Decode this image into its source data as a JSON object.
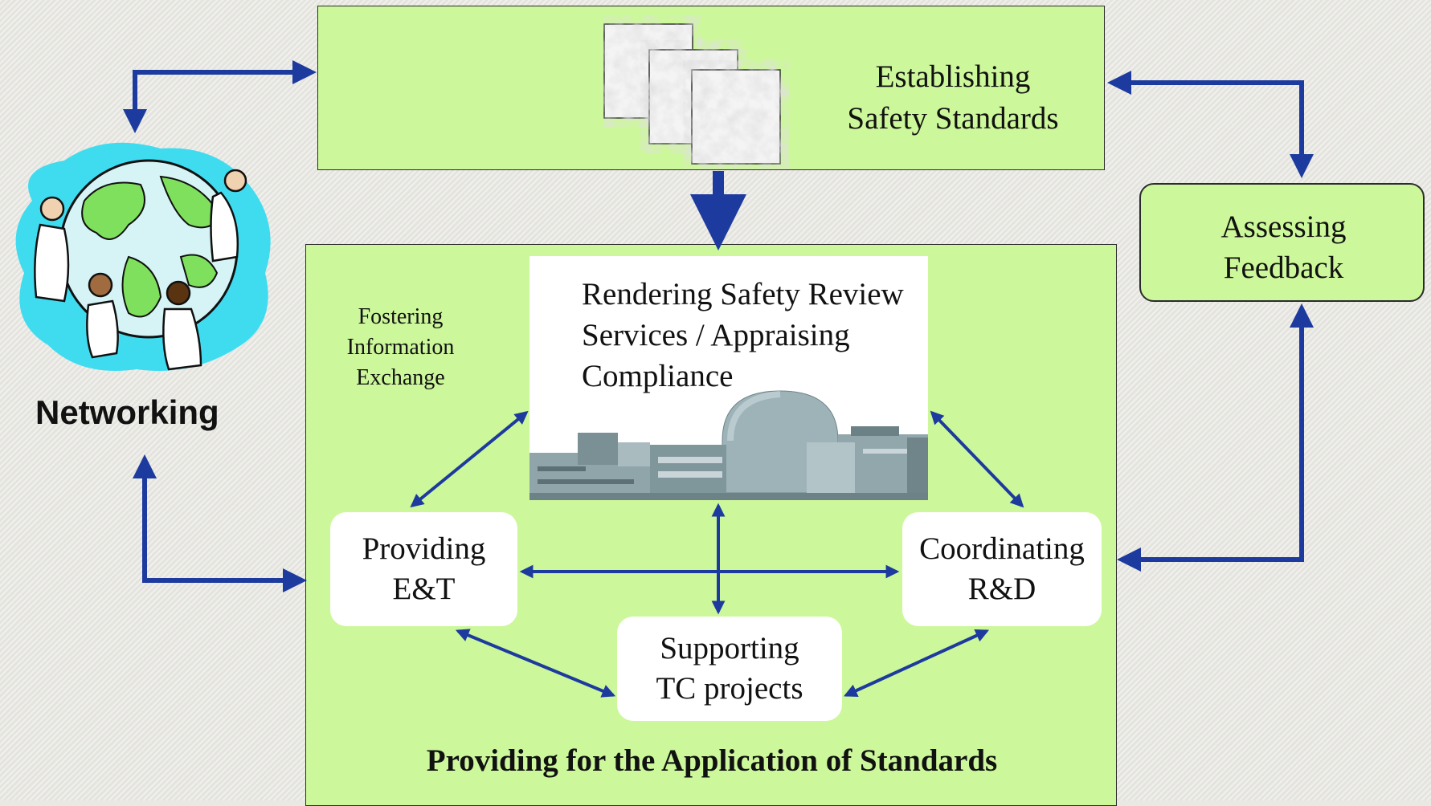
{
  "establishing": {
    "line1": "Establishing",
    "line2": "Safety Standards"
  },
  "assessing": {
    "line1": "Assessing",
    "line2": "Feedback"
  },
  "networking": "Networking",
  "fostering": {
    "line1": "Fostering",
    "line2": "Information",
    "line3": "Exchange"
  },
  "rendering": {
    "line1": "Rendering Safety Review",
    "line2": "Services / Appraising",
    "line3": "Compliance"
  },
  "providing_et": {
    "line1": "Providing",
    "line2": "E&T"
  },
  "coordinating": {
    "line1": "Coordinating",
    "line2": "R&D"
  },
  "supporting": {
    "line1": "Supporting",
    "line2": "TC projects"
  },
  "application_title": "Providing for the Application of Standards",
  "colors": {
    "box_fill": "#ccf79a",
    "arrow": "#1d3a9e",
    "globe_splash": "#3fdcf0"
  },
  "icons": [
    "globe-people-icon",
    "documents-stack-icon",
    "nuclear-plant-icon"
  ]
}
